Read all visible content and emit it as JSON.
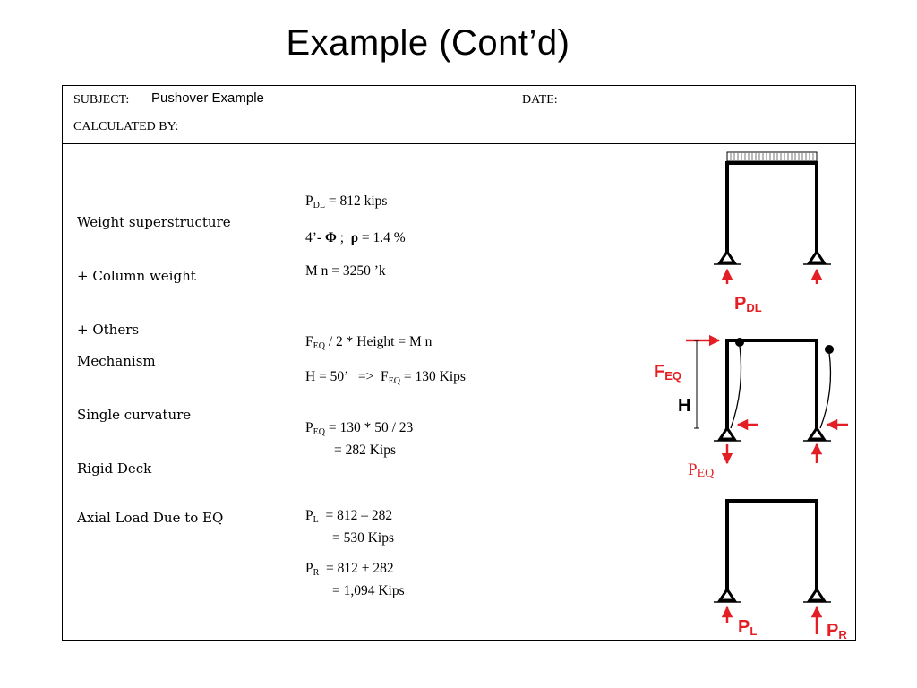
{
  "slide": {
    "title": "Example (Cont’d)"
  },
  "header": {
    "subject_label": "SUBJECT:",
    "subject_value": "Pushover Example",
    "date_label": "DATE:",
    "calculated_by_label": "CALCULATED BY:"
  },
  "left": {
    "block1": [
      "Weight superstructure",
      "+ Column weight",
      "+ Others"
    ],
    "block2": [
      "Mechanism",
      "Single curvature",
      "Rigid Deck"
    ],
    "block3": "Axial Load Due to EQ"
  },
  "calcs": {
    "pdl": {
      "sym": "P",
      "sub": "DL",
      "rest": " = 812 kips"
    },
    "bars": {
      "a": "4’- ",
      "phi": "Φ",
      "b": " ;  ",
      "rho": "ρ",
      "c": " = 1.4 %"
    },
    "mn": "M n = 3250 ’k",
    "feq_eq": {
      "sym": "F",
      "sub": "EQ",
      "rest": " / 2 * Height = M n"
    },
    "h_eq": {
      "a": "H = 50’   =>  F",
      "sub": "EQ",
      "rest": " = 130 Kips"
    },
    "peq": {
      "sym": "P",
      "sub": "EQ",
      "rest": " = 130 * 50 / 23",
      "line2": "= 282 Kips"
    },
    "pl": {
      "sym": "P",
      "sub": "L",
      "rest": "  = 812 – 282",
      "line2": "= 530 Kips"
    },
    "pr": {
      "sym": "P",
      "sub": "R",
      "rest": "  = 812 + 282",
      "line2": "= 1,094 Kips"
    }
  },
  "figures": {
    "fig1_label": {
      "main": "P",
      "sub": "DL"
    },
    "fig2_feq": {
      "main": "F",
      "sub": "EQ"
    },
    "fig2_h": "H",
    "fig2_peq": {
      "main": "P",
      "sub": "EQ"
    },
    "fig3_pl": {
      "main": "P",
      "sub": "L"
    },
    "fig3_pr": {
      "main": "P",
      "sub": "R"
    },
    "colors": {
      "force": "#e31e24",
      "structure": "#000000"
    }
  }
}
